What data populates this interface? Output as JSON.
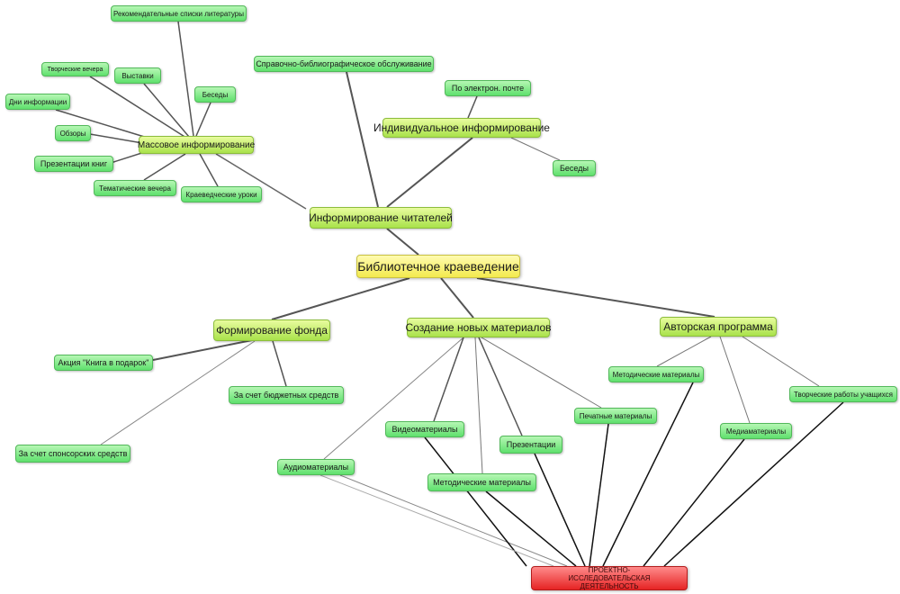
{
  "central": "Библиотечное краеведение",
  "target": "ПРОЕКТНО-ИССЛЕДОВАТЕЛЬСКАЯ ДЕЯТЕЛЬНОСТЬ",
  "informing": {
    "label": "Информирование читателей",
    "reference": "Справочно-библиографическое обслуживание",
    "individual": {
      "label": "Индивидуальное  информирование",
      "email": "По электрон. почте",
      "talks": "Беседы"
    },
    "mass": {
      "label": "Массовое информирование",
      "reading_lists": "Рекомендательные списки литературы",
      "creative_evenings": "Творческие вечера",
      "exhibitions": "Выставки",
      "talks": "Беседы",
      "info_days": "Дни информации",
      "reviews": "Обзоры",
      "book_presentations": "Презентации книг",
      "theme_evenings": "Тематические вечера",
      "local_lessons": "Краеведческие уроки"
    }
  },
  "fund": {
    "label": "Формирование фонда",
    "gift_action": "Акция \"Книга в подарок\"",
    "budget": "За счет бюджетных средств",
    "sponsor": "За счет спонсорских средств"
  },
  "materials": {
    "label": "Создание новых материалов",
    "audio": "Аудиоматериалы",
    "video": "Видеоматериалы",
    "methodical": "Методические материалы",
    "presentations": "Презентации",
    "printed": "Печатные материалы"
  },
  "program": {
    "label": "Авторская программа",
    "methodical": "Методические материалы",
    "media": "Медиаматериалы",
    "student_works": "Творческие работы учащихся"
  }
}
